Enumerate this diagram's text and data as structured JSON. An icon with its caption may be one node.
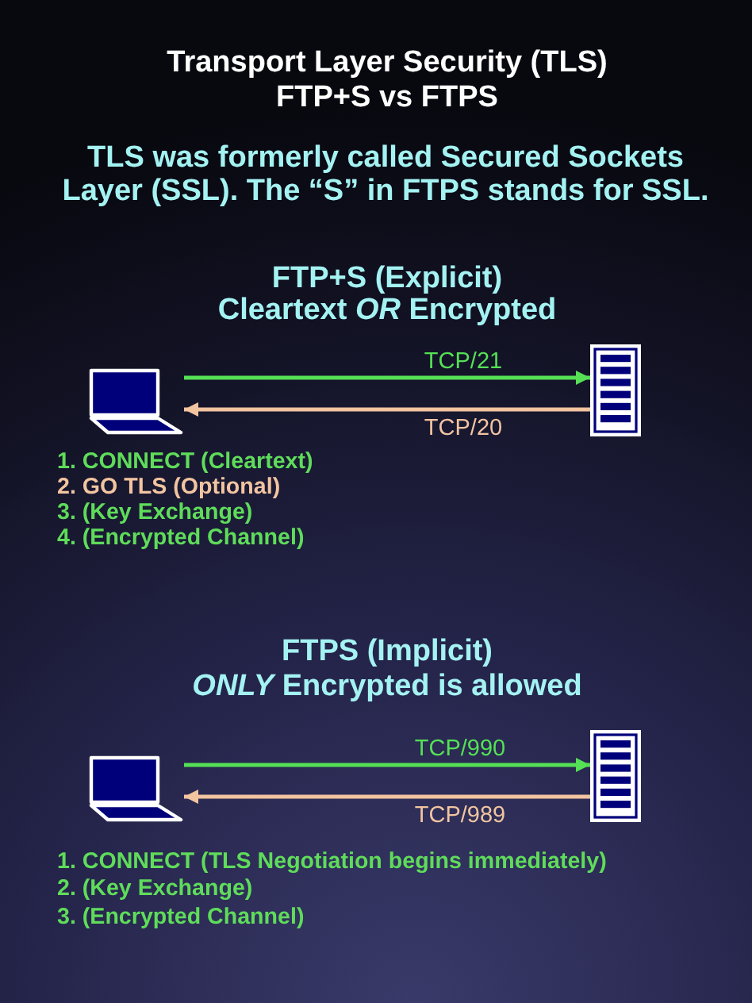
{
  "diagram": {
    "title": "Transport Layer Security (TLS) FTP+S vs FTPS",
    "nodes": [
      {
        "text": [],
        "shape": "picture"
      },
      {
        "text": [],
        "shape": "picture"
      },
      {
        "text": [],
        "shape": "picture"
      },
      {
        "text": [],
        "shape": "picture"
      }
    ],
    "edges": [
      {
        "from": 0,
        "to": 1,
        "arrow": "to",
        "label": "TCP/21",
        "color": "#55e055"
      },
      {
        "from": 1,
        "to": 0,
        "arrow": "to",
        "label": "TCP/20",
        "color": "#f2c4a0"
      },
      {
        "from": 2,
        "to": 3,
        "arrow": "to",
        "label": "TCP/990",
        "color": "#55e055"
      },
      {
        "from": 3,
        "to": 2,
        "arrow": "to",
        "label": "TCP/989",
        "color": "#f2c4a0"
      }
    ],
    "labels": [
      "TLS was formerly called Secured Sockets Layer (SSL). The “S” in FTPS stands for SSL.",
      "FTP+S (Explicit)",
      "Cleartext *OR* Encrypted",
      "1. CONNECT (Cleartext)",
      "2. GO TLS (Optional)",
      "3. (Key Exchange)",
      "4. (Encrypted Channel)",
      "FTPS (Implicit)",
      "*ONLY* Encrypted is allowed",
      "1. CONNECT (TLS Negotiation begins immediately)",
      "2. (Key Exchange)",
      "3. (Encrypted Channel)"
    ]
  }
}
